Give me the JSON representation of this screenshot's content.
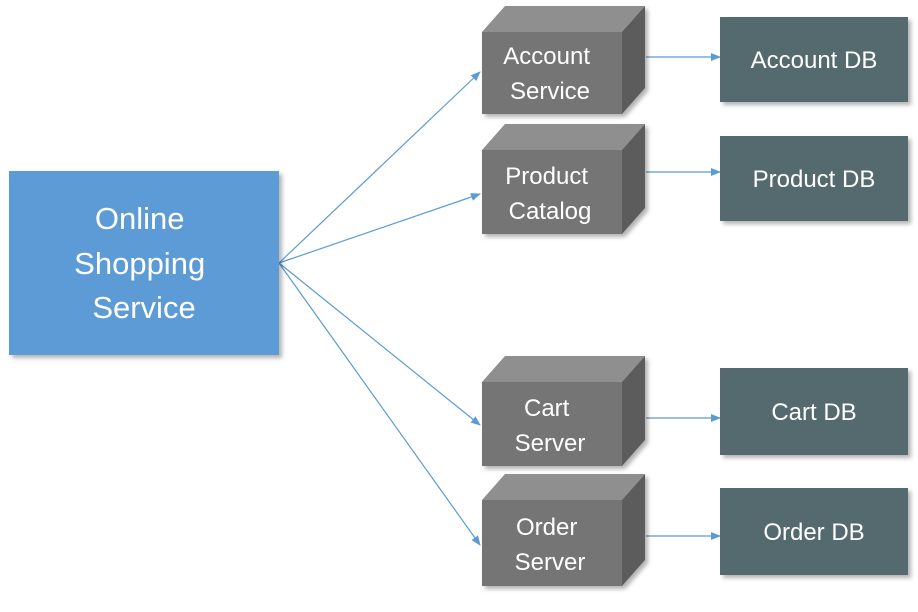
{
  "main": {
    "lines": [
      "Online",
      "Shopping",
      "Service"
    ]
  },
  "services": [
    {
      "lines": [
        "Account",
        "Service"
      ]
    },
    {
      "lines": [
        "Product",
        "Catalog"
      ]
    },
    {
      "lines": [
        "Cart",
        "Server"
      ]
    },
    {
      "lines": [
        "Order",
        "Server"
      ]
    }
  ],
  "databases": [
    {
      "label": "Account DB"
    },
    {
      "label": "Product DB"
    },
    {
      "label": "Cart DB"
    },
    {
      "label": "Order DB"
    }
  ],
  "colors": {
    "main_box": "#5b9bd5",
    "cube_front": "#757575",
    "cube_top": "#8f8f8f",
    "cube_side": "#5c5c5c",
    "db_box": "#546a6e",
    "connector": "#5b9bd5"
  }
}
